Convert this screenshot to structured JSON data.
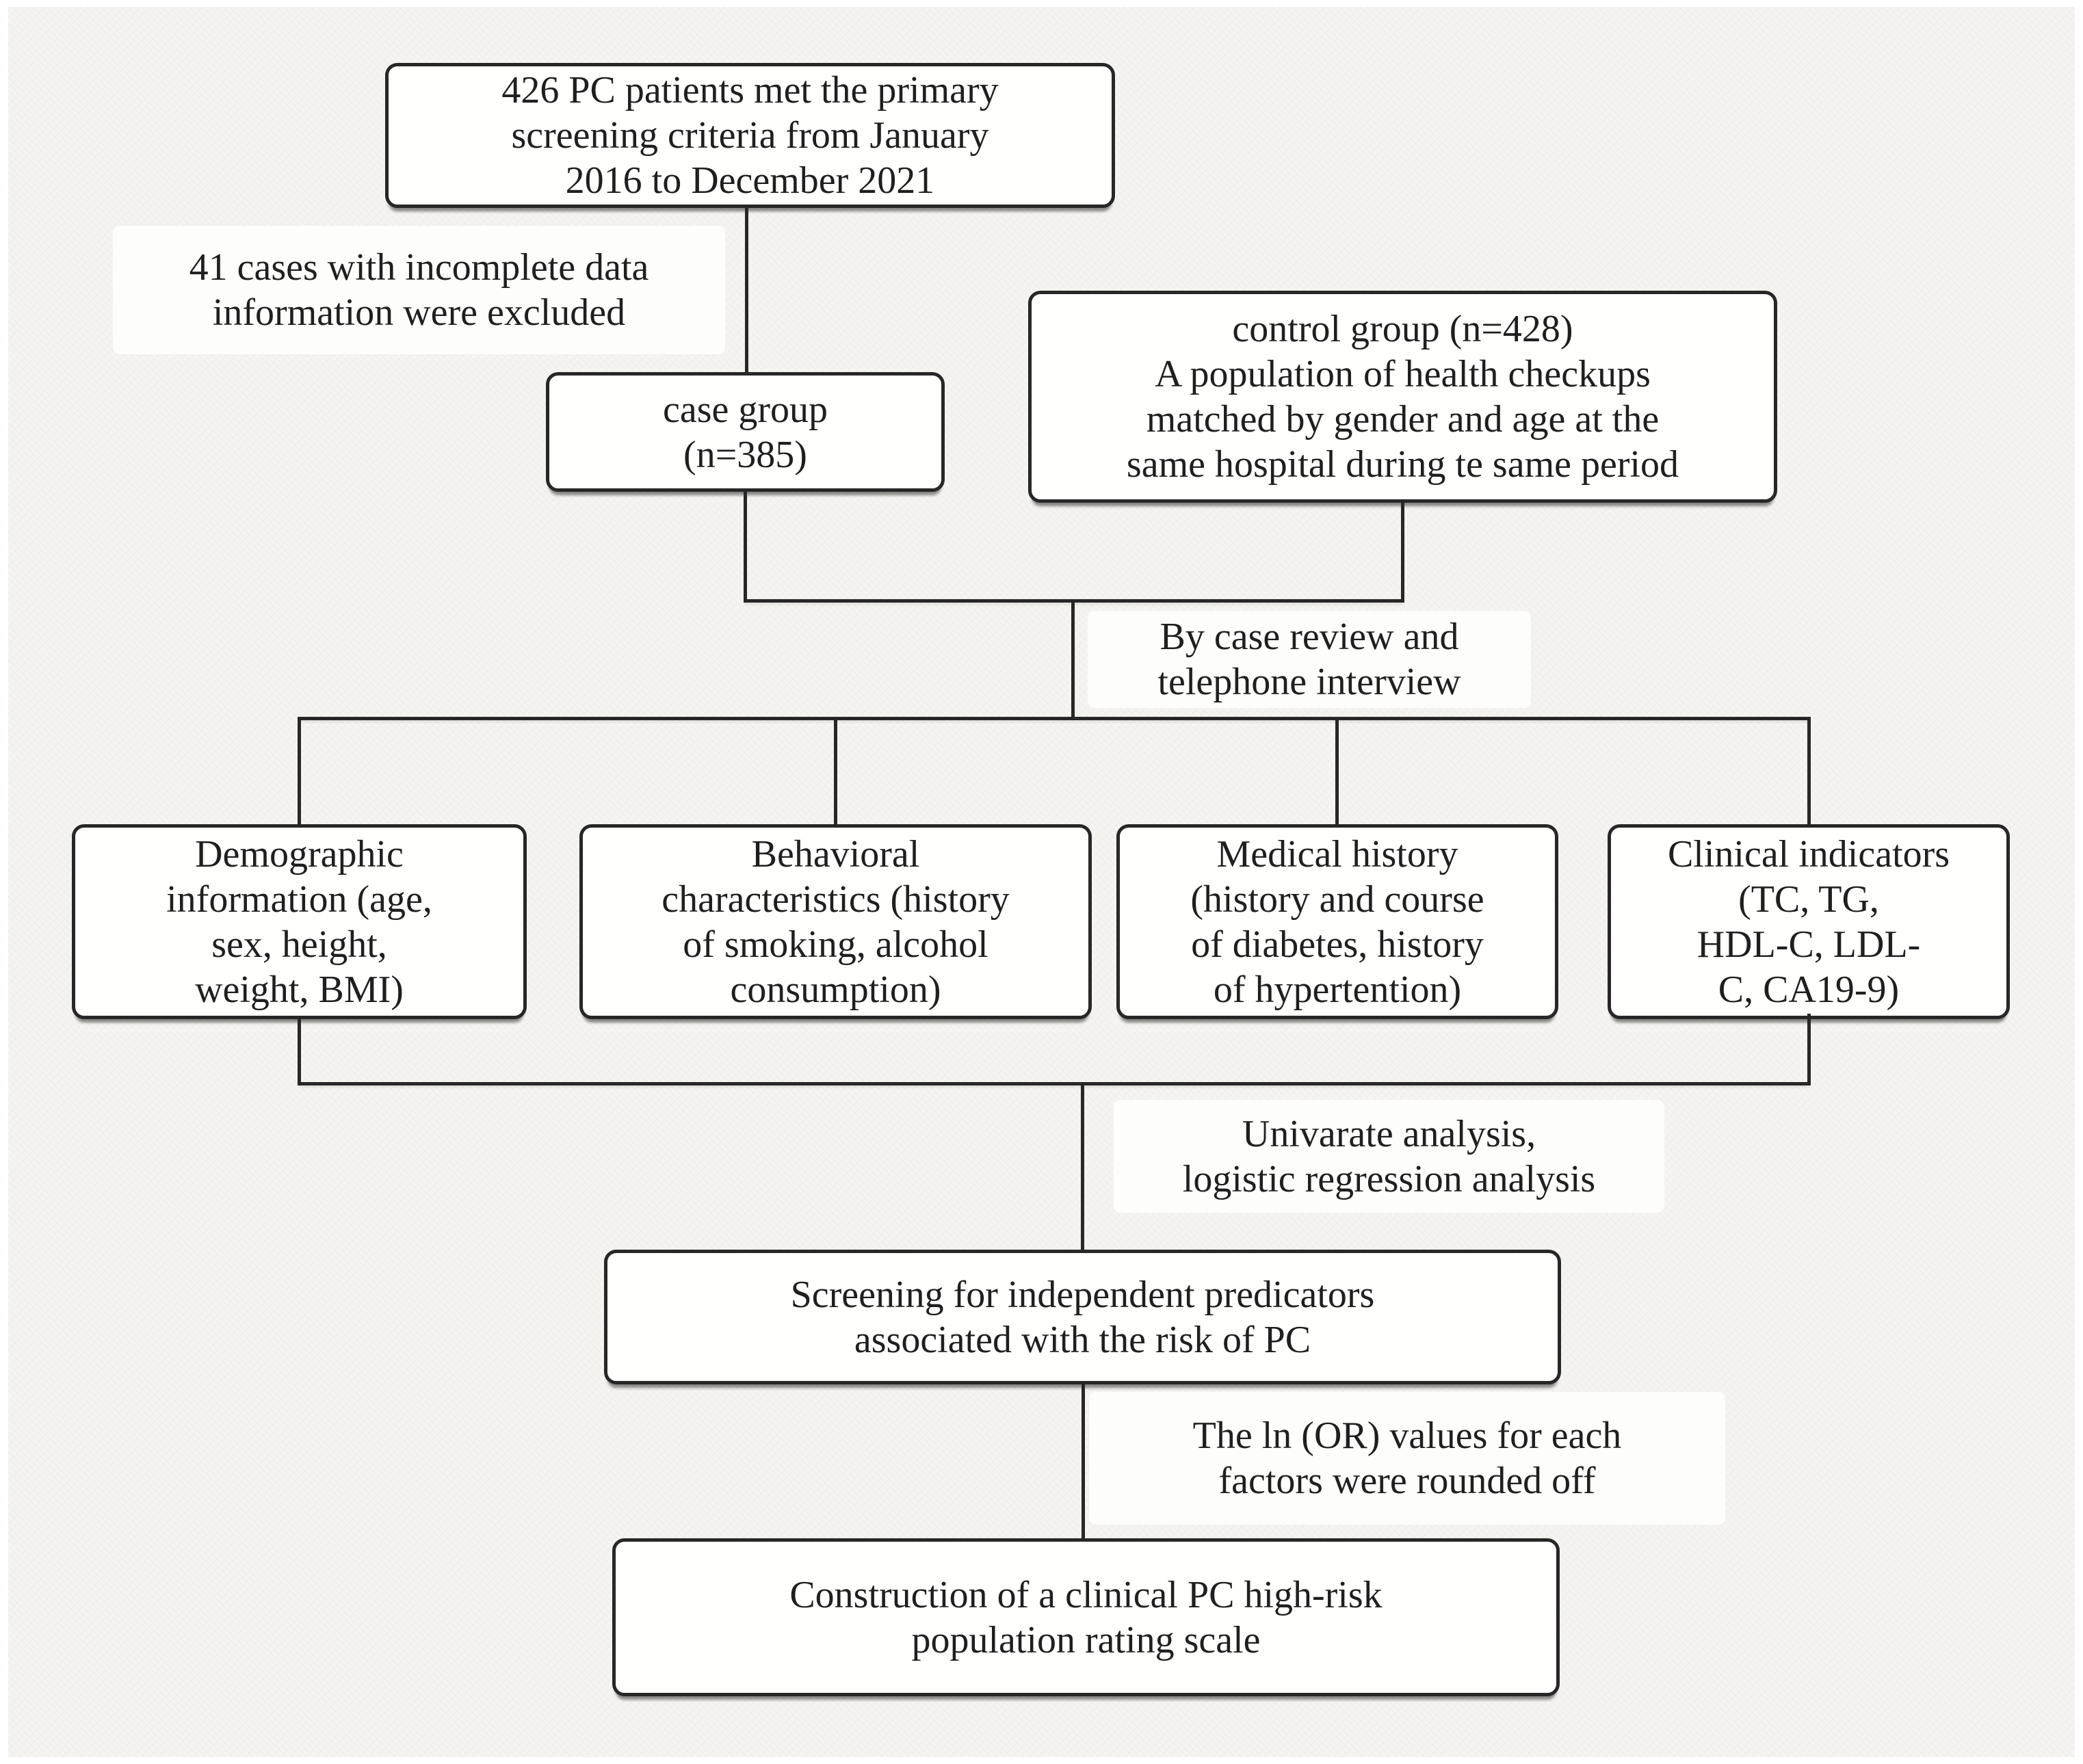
{
  "figure": {
    "type": "flowchart",
    "description": "Study enrollment and analysis flow diagram for construction of a clinical PC high-risk population rating scale"
  },
  "colors": {
    "canvas_background": "#f5f4f1",
    "box_fill": "#fffffe",
    "line_color": "#272727",
    "text_color": "#1f1f1f",
    "label_background": "#fdfdfc"
  },
  "nodes": {
    "initial": {
      "lines": [
        "426 PC patients met the primary",
        "screening criteria from January",
        "2016 to December 2021"
      ]
    },
    "excluded": {
      "lines": [
        "41 cases with incomplete data",
        "information were excluded"
      ]
    },
    "case_group": {
      "lines": [
        "case group",
        "(n=385)"
      ]
    },
    "control_group": {
      "lines": [
        "control group (n=428)",
        "A population of health checkups",
        "matched by gender and age at the",
        "same hospital during te same period"
      ]
    },
    "review_method": {
      "lines": [
        "By case review and",
        "telephone interview"
      ]
    },
    "demographic": {
      "lines": [
        "Demographic",
        "information (age,",
        "sex, height,",
        "weight, BMI)"
      ]
    },
    "behavioral": {
      "lines": [
        "Behavioral",
        "characteristics (history",
        "of smoking, alcohol",
        "consumption)"
      ]
    },
    "medical_history": {
      "lines": [
        "Medical history",
        "(history and course",
        "of diabetes, history",
        "of hypertention)"
      ]
    },
    "clinical_indicators": {
      "lines": [
        "Clinical indicators",
        "(TC, TG,",
        "HDL-C, LDL-",
        "C, CA19-9)"
      ]
    },
    "analysis": {
      "lines": [
        "Univarate analysis,",
        "logistic regression analysis"
      ]
    },
    "screening": {
      "lines": [
        "Screening for independent predicators",
        "associated with the risk of PC"
      ]
    },
    "rounding": {
      "lines": [
        "The ln (OR) values for each",
        "factors were rounded off"
      ]
    },
    "construction": {
      "lines": [
        "Construction of a clinical PC high-risk",
        "population rating scale"
      ]
    }
  }
}
